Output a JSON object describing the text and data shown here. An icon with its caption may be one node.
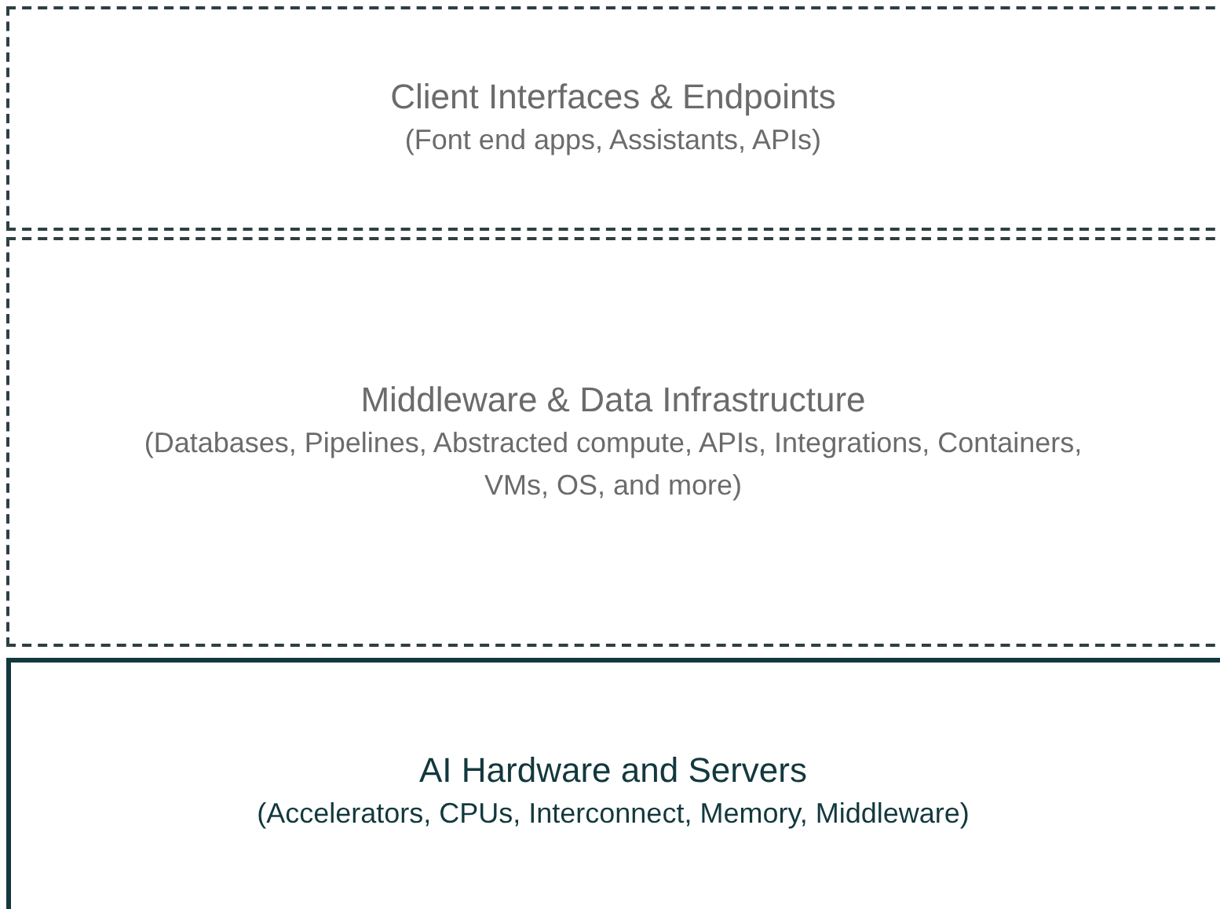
{
  "diagram": {
    "nodes": [
      {
        "text": [
          "Client Interfaces & Endpoints",
          "(Font end apps, Assistants, APIs)"
        ]
      },
      {
        "text": [
          "Middleware & Data Infrastructure",
          "(Databases, Pipelines, Abstracted compute, APIs, Integrations, Containers, VMs, OS, and more)"
        ]
      },
      {
        "text": [
          "AI Hardware and Servers",
          "(Accelerators, CPUs, Interconnect, Memory, Middleware)"
        ]
      }
    ]
  }
}
